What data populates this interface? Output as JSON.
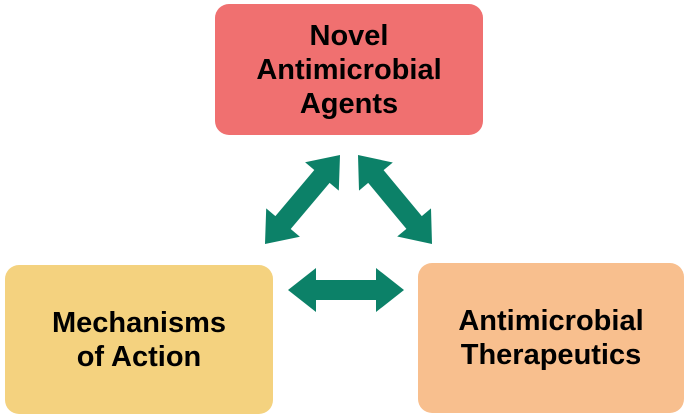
{
  "nodes": {
    "top": {
      "label": "Novel\nAntimicrobial\nAgents",
      "color": "#F07070"
    },
    "left": {
      "label": "Mechanisms\nof Action",
      "color": "#F4D27F"
    },
    "right": {
      "label": "Antimicrobial\nTherapeutics",
      "color": "#F8BF8E"
    }
  },
  "connectors": {
    "color": "#0C8168",
    "style": "double-headed-block-arrow",
    "links": [
      {
        "from": "top",
        "to": "left"
      },
      {
        "from": "top",
        "to": "right"
      },
      {
        "from": "left",
        "to": "right"
      }
    ]
  }
}
